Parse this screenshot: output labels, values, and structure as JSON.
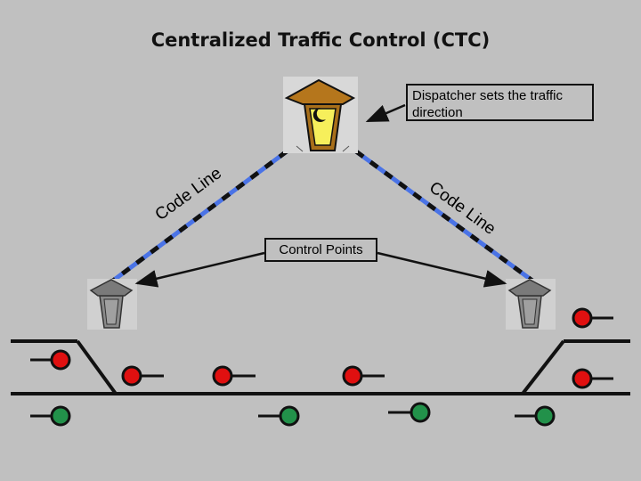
{
  "title": "Centralized Traffic Control (CTC)",
  "callout": {
    "text": "Dispatcher sets the traffic direction"
  },
  "control_points_label": "Control Points",
  "code_line_left": "Code Line",
  "code_line_right": "Code Line",
  "colors": {
    "background": "#c0c0c0",
    "code_line_blue": "#4a73e6",
    "signal_red": "#e01010",
    "signal_green": "#22914a",
    "dispatcher_roof": "#b5761c",
    "dispatcher_body": "#a86f1a",
    "window_yellow": "#f6ef5b",
    "field_hut": "#8a8a8a"
  },
  "icons": {
    "dispatcher": "dispatcher-office-icon",
    "moon": "crescent-moon-icon",
    "field_hut": "field-hut-icon",
    "signal": "signal-light-icon"
  }
}
